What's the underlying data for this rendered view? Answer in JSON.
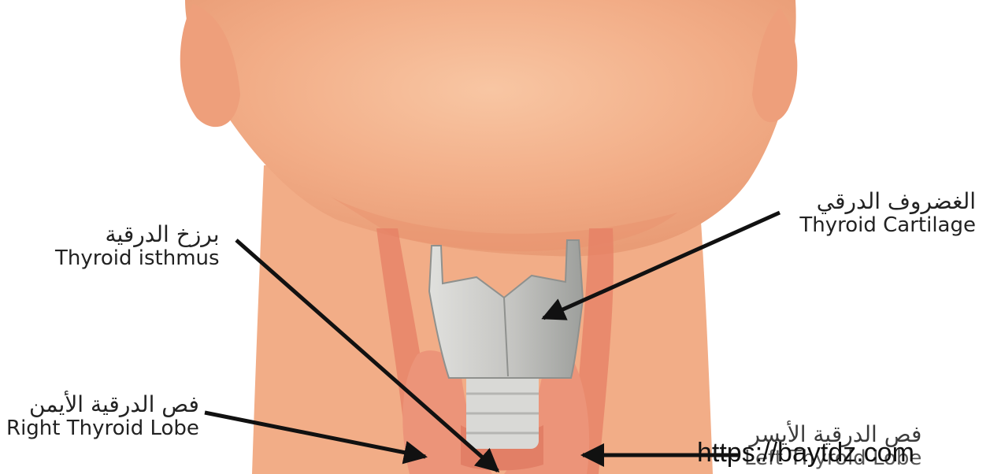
{
  "labels": {
    "isthmus": {
      "ar": "برزخ الدرقية",
      "en": "Thyroid isthmus"
    },
    "cartilage": {
      "ar": "الغضروف الدرقي",
      "en": "Thyroid Cartilage"
    },
    "right_lobe": {
      "ar": "فص الدرقية الأيمن",
      "en": "Right Thyroid Lobe"
    },
    "left_lobe": {
      "ar": "فص الدرقية الأيسر",
      "en": "Left Thyroid Lobe"
    }
  },
  "watermark": "https://baytdz.com",
  "colors": {
    "skin": "#f4b48f",
    "skin_shadow": "#e8906c",
    "cartilage": "#c9c9c6",
    "thyroid": "#e98a72",
    "arrow": "#111111"
  }
}
